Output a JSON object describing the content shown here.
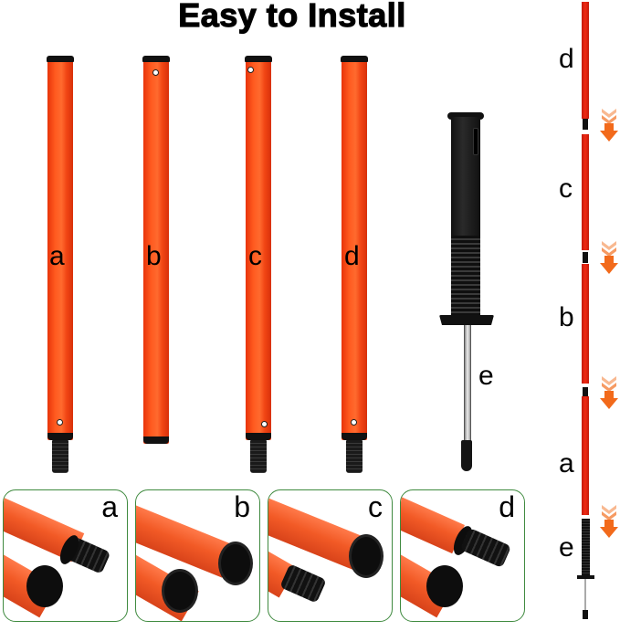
{
  "title": "Easy to Install",
  "parts": [
    {
      "id": "a",
      "label": "a",
      "description": "pole with top end cap and threaded bottom"
    },
    {
      "id": "b",
      "label": "b",
      "description": "pole with open sockets both ends"
    },
    {
      "id": "c",
      "label": "c",
      "description": "pole with threaded bottom"
    },
    {
      "id": "d",
      "label": "d",
      "description": "pole with threaded bottom"
    },
    {
      "id": "e",
      "label": "e",
      "description": "spring base handle with ground spike"
    }
  ],
  "assembly_order": {
    "labels": [
      "d",
      "c",
      "b",
      "a",
      "e"
    ]
  },
  "detail_panels": [
    {
      "label": "a"
    },
    {
      "label": "b"
    },
    {
      "label": "c"
    },
    {
      "label": "d"
    }
  ],
  "colors": {
    "pole_orange": "#f04a14",
    "mini_pole_red": "#e8240f",
    "panel_border": "#3f8a3f",
    "arrow_orange": "#f26a1b",
    "black": "#111111"
  }
}
